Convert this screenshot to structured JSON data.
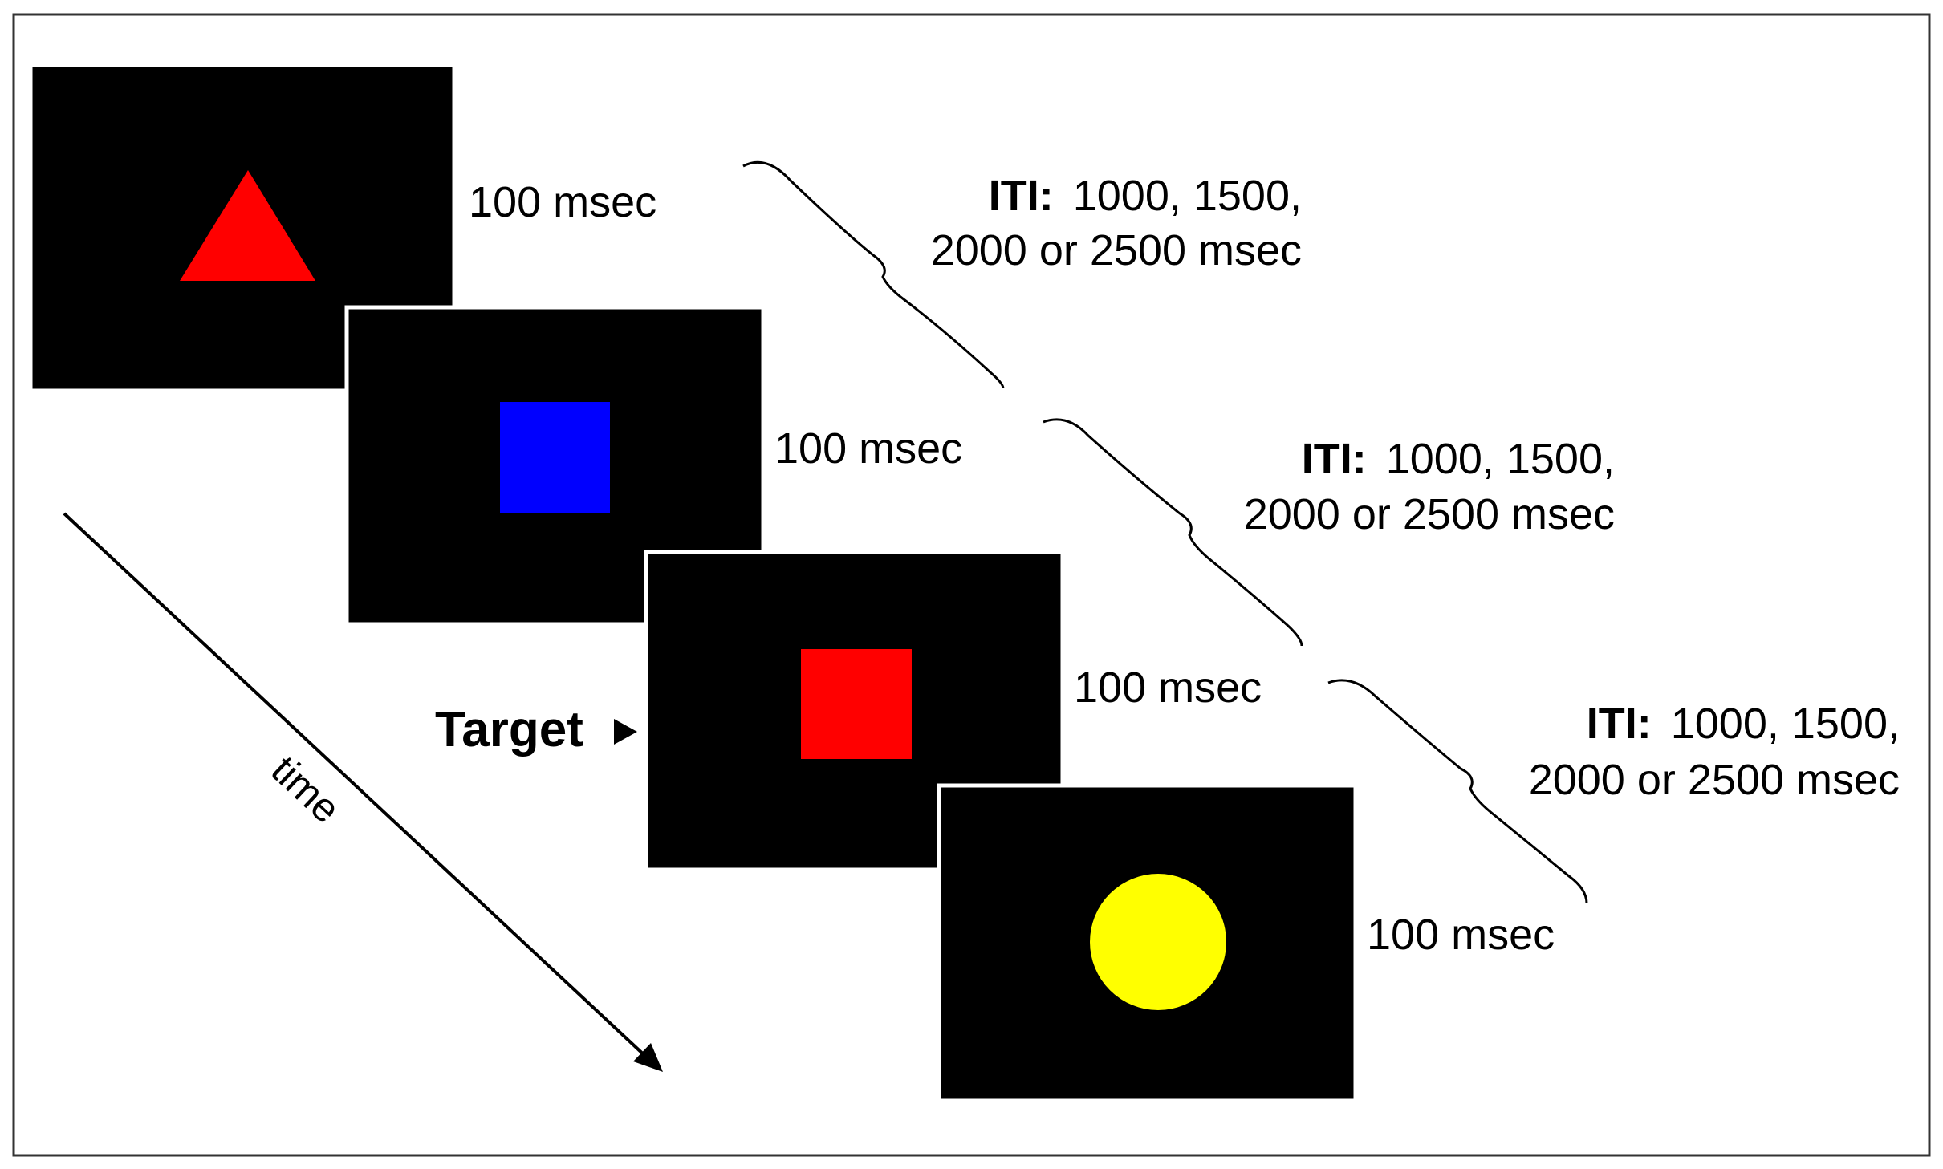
{
  "colors": {
    "screen_bg": "#000000",
    "screen_border": "#ffffff",
    "red": "#ff0000",
    "blue": "#0000ff",
    "yellow": "#ffff00",
    "ink": "#000000"
  },
  "stimuli": [
    {
      "shape": "triangle",
      "color": "#ff0000",
      "duration": "100 msec"
    },
    {
      "shape": "square",
      "color": "#0000ff",
      "duration": "100 msec"
    },
    {
      "shape": "square",
      "color": "#ff0000",
      "duration": "100 msec"
    },
    {
      "shape": "circle",
      "color": "#ffff00",
      "duration": "100 msec"
    }
  ],
  "iti": [
    {
      "label": "ITI:",
      "values_line1": "1000, 1500,",
      "values_line2": "2000 or 2500 msec"
    },
    {
      "label": "ITI:",
      "values_line1": "1000, 1500,",
      "values_line2": "2000 or 2500 msec"
    },
    {
      "label": "ITI:",
      "values_line1": "1000, 1500,",
      "values_line2": "2000 or 2500 msec"
    }
  ],
  "target_label": "Target",
  "time_label": "time",
  "icons": {
    "target_pointer": "right-triangle-icon",
    "time_arrow": "arrow-down-right-icon",
    "brace": "curly-brace-icon"
  }
}
